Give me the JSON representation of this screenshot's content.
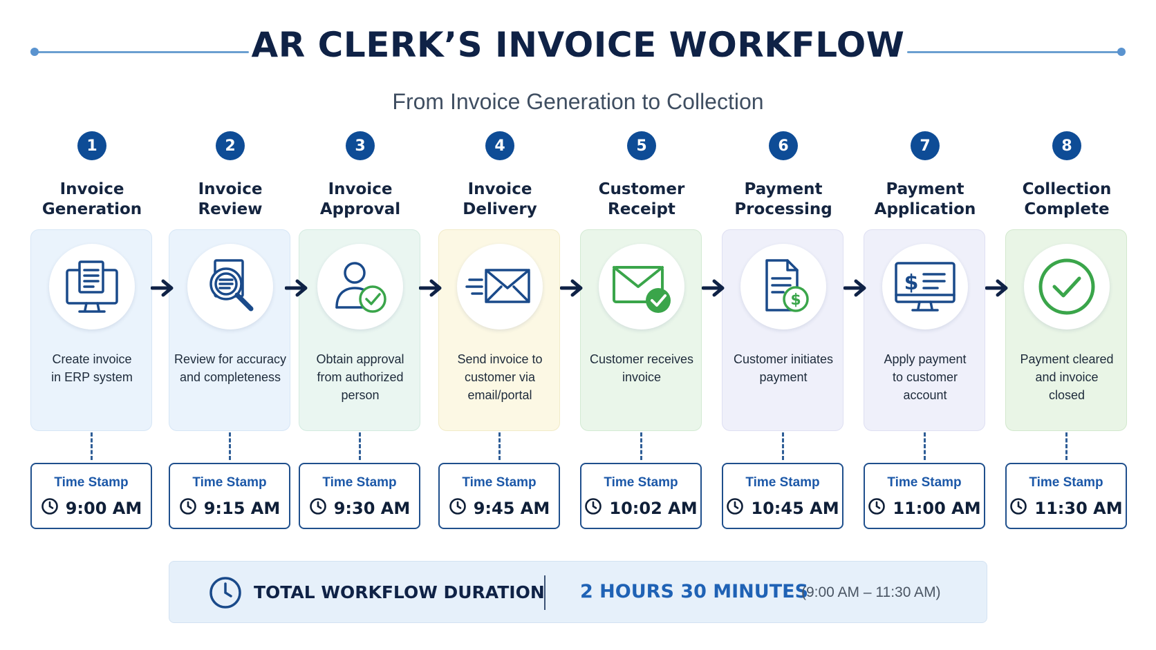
{
  "header": {
    "title": "AR CLERK’S INVOICE WORKFLOW",
    "subtitle": "From Invoice Generation to Collection"
  },
  "steps": [
    {
      "number": "1",
      "title_line1": "Invoice",
      "title_line2": "Generation",
      "desc_line1": "Create invoice",
      "desc_line2": "in ERP system",
      "desc_line3": "",
      "icon": "computer-document-icon",
      "card_color": "#eaf3fc",
      "card_border": "#d6e6f6",
      "ts_label": "Time Stamp",
      "time": "9:00 AM"
    },
    {
      "number": "2",
      "title_line1": "Invoice",
      "title_line2": "Review",
      "desc_line1": "Review for accuracy",
      "desc_line2": "and completeness",
      "desc_line3": "",
      "icon": "magnifier-document-icon",
      "card_color": "#eaf3fc",
      "card_border": "#d6e6f6",
      "ts_label": "Time Stamp",
      "time": "9:15 AM"
    },
    {
      "number": "3",
      "title_line1": "Invoice",
      "title_line2": "Approval",
      "desc_line1": "Obtain approval",
      "desc_line2": "from authorized",
      "desc_line3": "person",
      "icon": "user-check-icon",
      "card_color": "#eaf6f1",
      "card_border": "#d3ebe0",
      "ts_label": "Time Stamp",
      "time": "9:30 AM"
    },
    {
      "number": "4",
      "title_line1": "Invoice",
      "title_line2": "Delivery",
      "desc_line1": "Send invoice to",
      "desc_line2": "customer via",
      "desc_line3": "email/portal",
      "icon": "envelope-send-icon",
      "card_color": "#fcf8e4",
      "card_border": "#f1ebc8",
      "ts_label": "Time Stamp",
      "time": "9:45 AM"
    },
    {
      "number": "5",
      "title_line1": "Customer",
      "title_line2": "Receipt",
      "desc_line1": "Customer receives",
      "desc_line2": "invoice",
      "desc_line3": "",
      "icon": "envelope-check-icon",
      "card_color": "#eaf6ea",
      "card_border": "#d3ead3",
      "ts_label": "Time Stamp",
      "time": "10:02 AM"
    },
    {
      "number": "6",
      "title_line1": "Payment",
      "title_line2": "Processing",
      "desc_line1": "Customer initiates",
      "desc_line2": "payment",
      "desc_line3": "",
      "icon": "document-dollar-icon",
      "card_color": "#eff0fa",
      "card_border": "#dedff2",
      "ts_label": "Time Stamp",
      "time": "10:45 AM"
    },
    {
      "number": "7",
      "title_line1": "Payment",
      "title_line2": "Application",
      "desc_line1": "Apply payment",
      "desc_line2": "to customer",
      "desc_line3": "account",
      "icon": "monitor-dollar-icon",
      "card_color": "#eff0fa",
      "card_border": "#dedff2",
      "ts_label": "Time Stamp",
      "time": "11:00 AM"
    },
    {
      "number": "8",
      "title_line1": "Collection",
      "title_line2": "Complete",
      "desc_line1": "Payment cleared",
      "desc_line2": "and invoice",
      "desc_line3": "closed",
      "icon": "check-circle-icon",
      "card_color": "#e9f5e6",
      "card_border": "#d2e8cd",
      "ts_label": "Time Stamp",
      "time": "11:30 AM"
    }
  ],
  "footer": {
    "label": "TOTAL WORKFLOW DURATION",
    "value": "2 HOURS 30 MINUTES",
    "range": "(9:00 AM – 11:30 AM)",
    "icon": "clock-icon"
  },
  "colors": {
    "primary": "#0e4c96",
    "accent_green": "#3aa54a",
    "timestamp_label": "#1c58a8"
  }
}
